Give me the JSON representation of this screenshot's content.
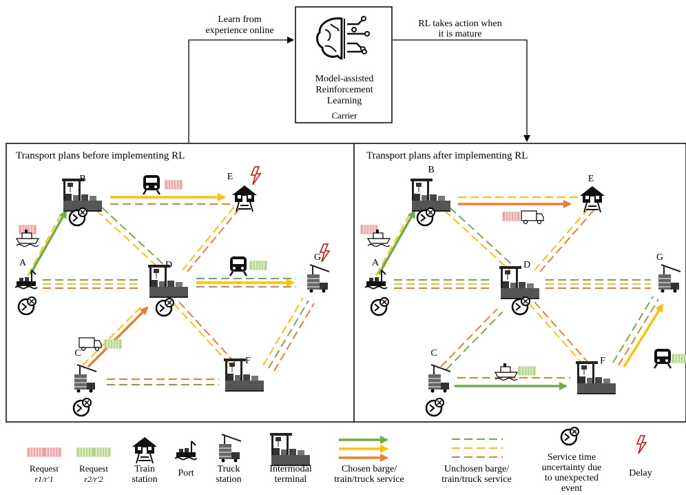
{
  "top": {
    "carrier_lines": [
      "Model-assisted",
      "Reinforcement",
      "Learning"
    ],
    "carrier_label": "Carrier",
    "left_note_lines": [
      "Learn from",
      "experience online"
    ],
    "right_note_lines": [
      "RL takes action when",
      "it is mature"
    ]
  },
  "panels": {
    "before_title": "Transport plans before implementing RL",
    "after_title": "Transport plans after implementing RL"
  },
  "nodes": {
    "A": "A",
    "B": "B",
    "C": "C",
    "D": "D",
    "E": "E",
    "F": "F",
    "G": "G"
  },
  "legend": {
    "request1_line1": "Request",
    "request1_line2": "r1/r'1",
    "request2_line1": "Request",
    "request2_line2": "r2/r'2",
    "train_line1": "Train",
    "train_line2": "station",
    "port": "Port",
    "truck_line1": "Truck",
    "truck_line2": "station",
    "intermodal_line1": "Intermodal",
    "intermodal_line2": "terminal",
    "chosen_line1": "Chosen barge/",
    "chosen_line2": "train/truck service",
    "unchosen_line1": "Unchosen barge/",
    "unchosen_line2": "train/truck service",
    "service_line1": "Service time",
    "service_line2": "uncertainty due",
    "service_line3": "to unexpected",
    "service_line4": "event",
    "delay": "Delay"
  },
  "colors": {
    "green": "#70ad47",
    "yellow": "#ffc000",
    "orange": "#ed7d31",
    "red_request": "#f4a6a6",
    "green_request": "#b7d98b",
    "delay_red": "#e00000"
  }
}
